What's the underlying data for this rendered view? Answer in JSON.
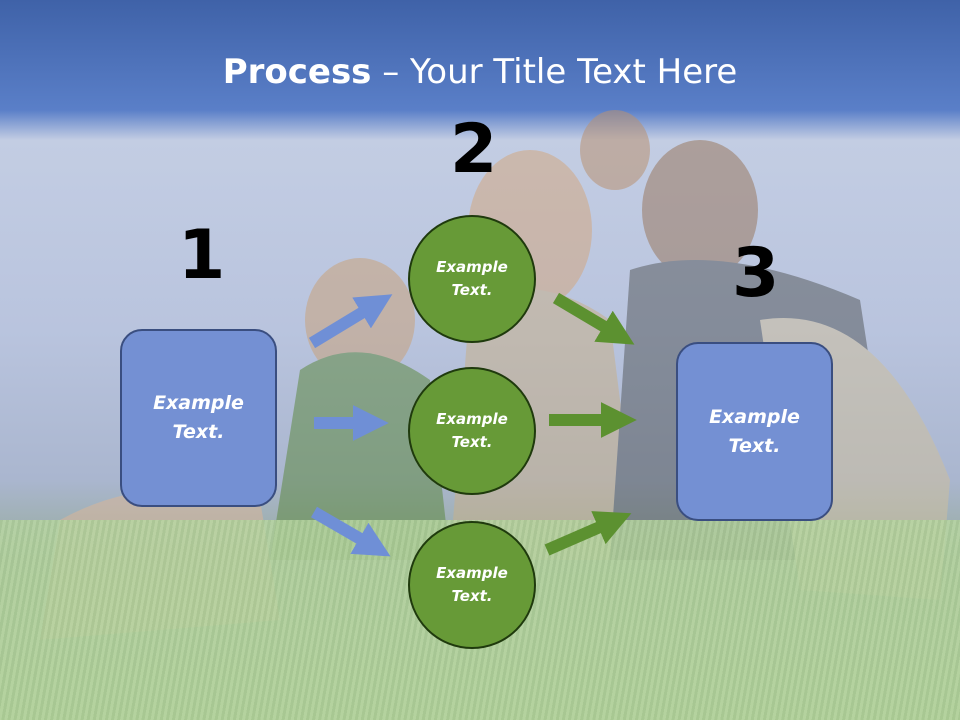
{
  "title": {
    "bold": "Process",
    "rest": " – Your Title Text Here"
  },
  "steps": [
    {
      "number": "1",
      "label": "Example\nText."
    },
    {
      "number": "2",
      "items": [
        "Example\nText.",
        "Example\nText.",
        "Example\nText."
      ]
    },
    {
      "number": "3",
      "label": "Example\nText."
    }
  ],
  "colors": {
    "title_band": "#3f62a8",
    "box_fill": "#7490d3",
    "circle_fill": "#679a37",
    "blue_arrow": "#6f8fd6",
    "green_arrow": "#5c9130"
  }
}
